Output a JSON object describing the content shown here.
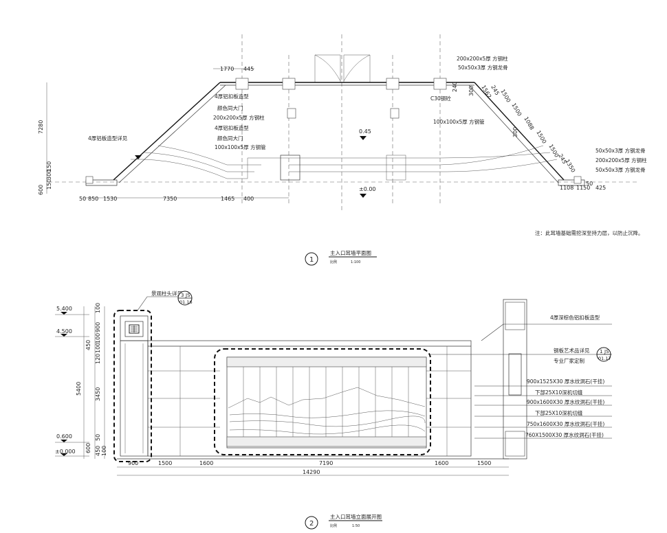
{
  "plan": {
    "title": "主入口耳墙平面图",
    "scale_label": "比例",
    "scale_value": "1:100",
    "number": "1",
    "note": "注：此耳墙基础需挖深至持力层，以防止沉降。",
    "callouts_left": [
      "4厚铝扣板造型",
      "颜色同大门",
      "200x200x5厚 方钢柱",
      "4厚铝扣板造型",
      "颜色同大门",
      "100x100x5厚 方钢管"
    ],
    "callout_4mm": "4厚铝板造型详见",
    "callouts_right": [
      "200x200x5厚 方钢柱",
      "50x50x3厚 方钢龙骨",
      "C30钢砼",
      "100x100x5厚 方钢管"
    ],
    "callouts_far_right": [
      "50x50x3厚 方钢龙骨",
      "200x200x5厚 方钢柱",
      "50x50x3厚 方钢龙骨"
    ],
    "levels": [
      "0.45",
      "±0.00"
    ],
    "dims_bottom": [
      "50",
      "850",
      "1530",
      "7350",
      "1465",
      "400"
    ],
    "dims_top": [
      "1770",
      "445"
    ],
    "dims_left": [
      "7280",
      "600",
      "150",
      "300",
      "150"
    ],
    "dims_right": [
      "1562",
      "245",
      "1500",
      "1500",
      "1088",
      "1500",
      "1500",
      "245",
      "1350",
      "240",
      "300",
      "300",
      "1108",
      "1150",
      "425",
      "50"
    ]
  },
  "elevation": {
    "title": "主入口耳墙立面展开图",
    "scale_label": "比例",
    "scale_value": "1:50",
    "number": "2",
    "levels": [
      "5.400",
      "4.500",
      "0.600",
      "±0.000"
    ],
    "dims_left": [
      "100",
      "900",
      "100",
      "450",
      "100",
      "120",
      "5400",
      "3450",
      "50",
      "600",
      "450",
      "100"
    ],
    "dims_bottom": [
      "900",
      "1500",
      "1600",
      "7190",
      "1600",
      "1500"
    ],
    "total": "14290",
    "callout_top": "景观柱头详见",
    "ref_top": {
      "num": "3",
      "sheet": "JS",
      "page": "01.16"
    },
    "callout_right_ref": {
      "num": "1",
      "sheet": "JS",
      "page": "01.17"
    },
    "right_notes": [
      "4厚深棕色铝扣板造型",
      "钢板艺术品详见",
      "专业厂家定制",
      "900x1525X30 厚水纹洞石(干挂)",
      "下部25X10深机切缝",
      "900x1600X30 厚水纹洞石(干挂)",
      "下部25X10深机切缝",
      "750x1600X30 厚水纹洞石(干挂)",
      "760X1500X30 厚水纹洞石(干挂)"
    ]
  }
}
